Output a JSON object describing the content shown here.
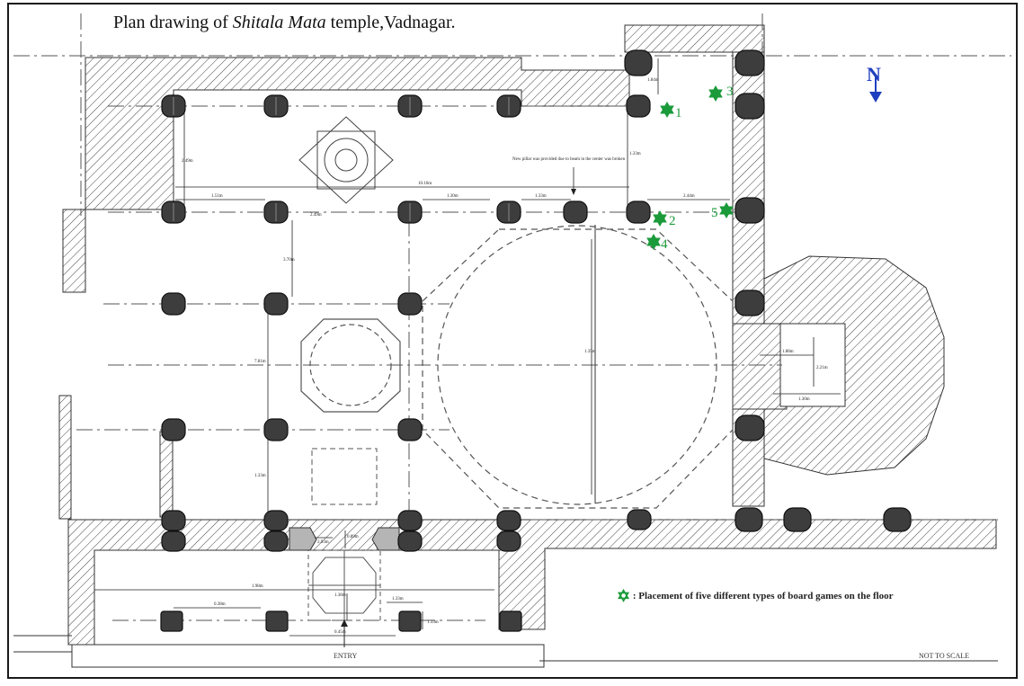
{
  "title": {
    "prefix": "Plan drawing of ",
    "italic": "Shitala Mata",
    "suffix": " temple,Vadnagar."
  },
  "north_label": "N",
  "legend": {
    "icon": "star-of-david-icon",
    "text": "Placement of five different types of board games on the floor"
  },
  "scale_note": "NOT TO SCALE",
  "entry_label": "ENTRY",
  "note": "New pillar was provided due to beam in the center was broken",
  "dimensions": [
    "2.49m",
    "10.16m",
    "1.51m",
    "1.30m",
    "1.33m",
    "2.44m",
    "1.33m",
    "2.49m",
    "3.70m",
    "7.81m",
    "1.33m",
    "1.35m",
    "1.98m",
    "0.38m",
    "0.45m",
    "1.33m",
    "1.33m",
    "1.38m",
    "2.93m",
    "0.89m",
    "1.84m",
    "1.88m",
    "2.21m",
    "1.30m"
  ],
  "game_markers": [
    "1",
    "2",
    "3",
    "4",
    "5"
  ],
  "colors": {
    "marker": "#1b9a3a",
    "north": "#1f3fbf",
    "ink": "#222222"
  }
}
